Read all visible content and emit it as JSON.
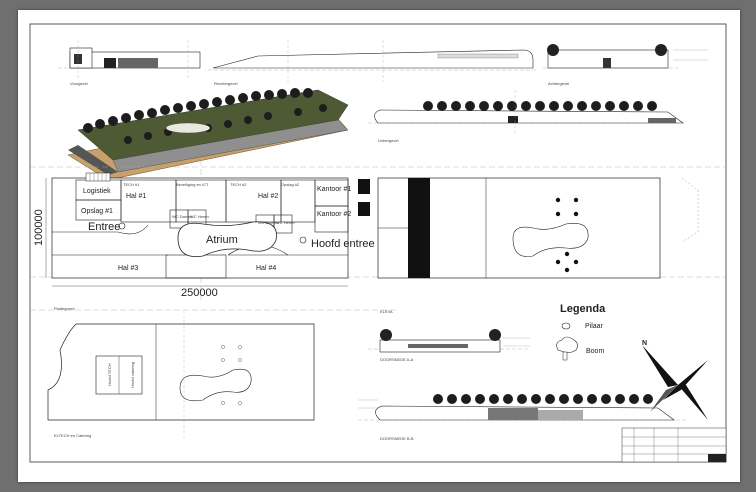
{
  "sheet": {
    "view_labels": {
      "voorgevel": "Voorgevel",
      "rechtergevel": "Rechtergevel",
      "achtergevel": "Achtergevel",
      "linkergevel": "Linkergevel",
      "plattegrond": "Plattegrond",
      "elevation_small": "ELEVA",
      "elevation_small_2": "ELEVA",
      "kelder": "ELTECH en Catering",
      "doorsnede_aa": "DOORSNEDE A-A",
      "doorsnede_bb": "DOORSNEDE B-B"
    },
    "dimensions": {
      "height": "100000",
      "width": "250000"
    },
    "rooms": {
      "logistiek": "Logistiek",
      "opslag1": "Opslag #1",
      "hal1": "Hal #1",
      "hal2": "Hal #2",
      "hal3": "Hal #3",
      "hal4": "Hal #4",
      "atrium": "Atrium",
      "entree": "Entree",
      "hoofdentree": "Hoofd entree",
      "kantoor1": "Kantoor #1",
      "kantoor2": "Kantoor #2",
      "tech1": "TECH #1",
      "tech2": "TECH #2",
      "beveiliging": "Beveiliging en ICT",
      "opslag2": "Opslag #2",
      "wc_a": "WC Dames",
      "wc_b": "WC Heren",
      "wc_c": "WC Dames",
      "wc_d": "WC Heren",
      "hoofd_tech": "Hoofd TECH",
      "hoofd_catering": "Hoofd catering",
      "lift": "Lift"
    },
    "legend": {
      "title": "Legenda",
      "item1": "Pilaar",
      "item2": "Boom"
    },
    "compass": "N"
  }
}
